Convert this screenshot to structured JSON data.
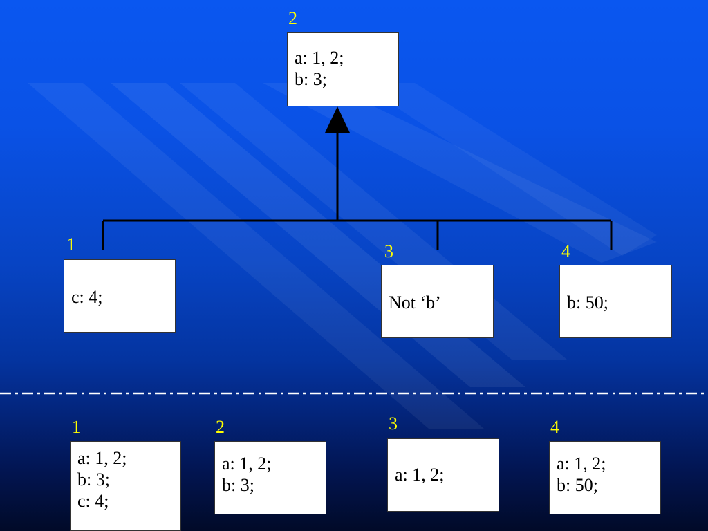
{
  "top": {
    "parent": {
      "number": "2",
      "lines": [
        "a: 1, 2;",
        "b: 3;"
      ]
    },
    "children": [
      {
        "number": "1",
        "lines": [
          "c: 4;"
        ]
      },
      {
        "number": "3",
        "lines": [
          "Not ‘b’"
        ]
      },
      {
        "number": "4",
        "lines": [
          "b: 50;"
        ]
      }
    ]
  },
  "bottom": {
    "results": [
      {
        "number": "1",
        "lines": [
          "a: 1, 2;",
          "b: 3;",
          "c: 4;"
        ]
      },
      {
        "number": "2",
        "lines": [
          "a: 1, 2;",
          "b: 3;"
        ]
      },
      {
        "number": "3",
        "lines": [
          "a: 1, 2;"
        ]
      },
      {
        "number": "4",
        "lines": [
          "a: 1, 2;",
          "b: 50;"
        ]
      }
    ]
  },
  "colors": {
    "number": "#ffff00",
    "box": "#ffffff",
    "line": "#000000",
    "separator": "#ffffff"
  }
}
